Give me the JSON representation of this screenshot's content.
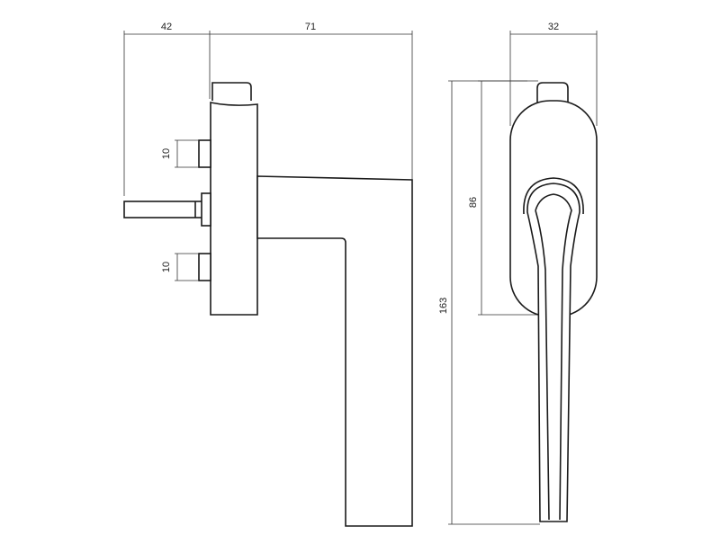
{
  "dimensions": {
    "backplate_depth": "42",
    "handle_length": "71",
    "handle_width": "32",
    "screw_upper": "10",
    "screw_lower": "10",
    "rosette_height": "86",
    "total_height": "163"
  },
  "colors": {
    "line": "#1a1a1a",
    "dimension_line": "#333333",
    "background": "#ffffff"
  }
}
